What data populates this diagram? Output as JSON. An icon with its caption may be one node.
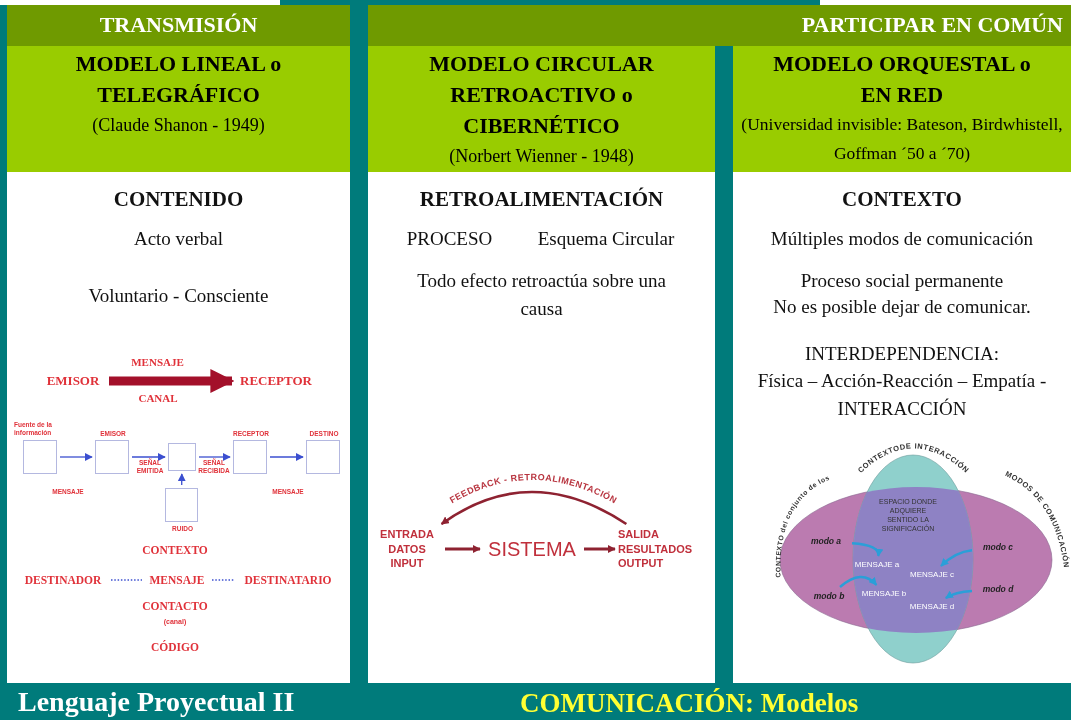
{
  "diagram": {
    "nodes": [
      {
        "text": [
          "TRANSMISIÓN"
        ]
      },
      {
        "text": [
          "PARTICIPAR EN COMÚN"
        ]
      },
      {
        "text": [
          "MODELO LINEAL o TELEGRÁFICO",
          "(Claude Shanon - 1949)"
        ]
      },
      {
        "text": [
          "MODELO CIRCULAR RETROACTIVO o CIBERNÉTICO",
          "(Norbert Wienner - 1948)"
        ]
      },
      {
        "text": [
          "MODELO ORQUESTAL o EN RED",
          "(Universidad invisible: Bateson, Birdwhistell, Goffman ´50 a ´70)"
        ]
      },
      {
        "text": [
          "CONTENIDO",
          "Acto verbal",
          "Voluntario - Consciente"
        ]
      },
      {
        "text": [
          "EMISOR"
        ],
        "in": 5
      },
      {
        "text": [
          "RECEPTOR"
        ],
        "in": 5
      },
      {
        "text": [
          "Fuente de la información"
        ],
        "in": 5
      },
      {
        "text": [
          "EMISOR"
        ],
        "in": 5
      },
      {
        "text": [],
        "shape": "box",
        "in": 5
      },
      {
        "text": [
          "RECEPTOR"
        ],
        "in": 5
      },
      {
        "text": [
          "DESTINO"
        ],
        "in": 5
      },
      {
        "text": [
          "RUIDO"
        ],
        "in": 5
      },
      {
        "text": [
          "DESTINADOR"
        ],
        "in": 5
      },
      {
        "text": [
          "MENSAJE"
        ],
        "in": 5
      },
      {
        "text": [
          "DESTINATARIO"
        ],
        "in": 5
      },
      {
        "text": [
          "RETROALIMENTACIÓN",
          "PROCESO",
          "Esquema Circular",
          "Todo efecto retroactúa sobre una causa"
        ]
      },
      {
        "text": [
          "ENTRADA DATOS INPUT"
        ],
        "in": 17
      },
      {
        "text": [
          "SISTEMA"
        ],
        "in": 17
      },
      {
        "text": [
          "SALIDA RESULTADOS OUTPUT"
        ],
        "in": 17
      },
      {
        "text": [
          "CONTEXTO",
          "Múltiples modos de comunicación",
          "Proceso social permanente",
          "No es posible dejar de comunicar.",
          "INTERDEPENDENCIA:",
          "Física – Acción-Reacción – Empatía - INTERACCIÓN"
        ]
      },
      {
        "text": [
          "modo a"
        ],
        "in": 21
      },
      {
        "text": [
          "MENSAJE a"
        ],
        "in": 21
      },
      {
        "text": [
          "modo b"
        ],
        "in": 21
      },
      {
        "text": [
          "MENSAJE b"
        ],
        "in": 21
      },
      {
        "text": [
          "modo c"
        ],
        "in": 21
      },
      {
        "text": [
          "MENSAJE c"
        ],
        "in": 21
      },
      {
        "text": [
          "modo d"
        ],
        "in": 21
      },
      {
        "text": [
          "MENSAJE d"
        ],
        "in": 21
      }
    ],
    "edges": [
      {
        "from": 6,
        "to": 7,
        "arrow": "to",
        "style": "thick",
        "color": "#a3102a"
      },
      {
        "from": 8,
        "to": 9,
        "arrow": "to"
      },
      {
        "from": 9,
        "to": 10,
        "arrow": "to"
      },
      {
        "from": 10,
        "to": 11,
        "arrow": "to"
      },
      {
        "from": 11,
        "to": 12,
        "arrow": "to"
      },
      {
        "from": 13,
        "to": 10,
        "arrow": "to"
      },
      {
        "from": 14,
        "to": 15,
        "arrow": "none",
        "style": "dashed"
      },
      {
        "from": 15,
        "to": 16,
        "arrow": "none",
        "style": "dashed"
      },
      {
        "from": 18,
        "to": 19,
        "arrow": "to",
        "color": "#8e2231"
      },
      {
        "from": 19,
        "to": 20,
        "arrow": "to",
        "color": "#8e2231"
      },
      {
        "from": 20,
        "to": 18,
        "arrow": "to",
        "label": "FEEDBACK - RETROALIMENTACIÓN",
        "color": "#8e2231"
      },
      {
        "from": 22,
        "to": 23,
        "arrow": "to",
        "color": "#2a9fd8"
      },
      {
        "from": 24,
        "to": 25,
        "arrow": "to",
        "color": "#2a9fd8"
      },
      {
        "from": 26,
        "to": 27,
        "arrow": "to",
        "color": "#2a9fd8"
      },
      {
        "from": 28,
        "to": 29,
        "arrow": "to",
        "color": "#2a9fd8"
      }
    ],
    "labels": [
      "MENSAJE",
      "CANAL",
      "MENSAJE",
      "SEÑAL EMITIDA",
      "SEÑAL RECIBIDA",
      "MENSAJE",
      "CONTEXTO",
      "CONTACTO",
      "(canal)",
      "CÓDIGO",
      "CONTEXTODE INTERACCIÓN",
      "MODOS DE COMUNICACIÓN",
      "CONTEXTO del conjunto de los",
      "ESPACIO DONDE ADQUIERE SENTIDO LA SIGNIFICACIÓN",
      "Lenguaje Proyectual II",
      "COMUNICACIÓN: Modelos"
    ]
  }
}
